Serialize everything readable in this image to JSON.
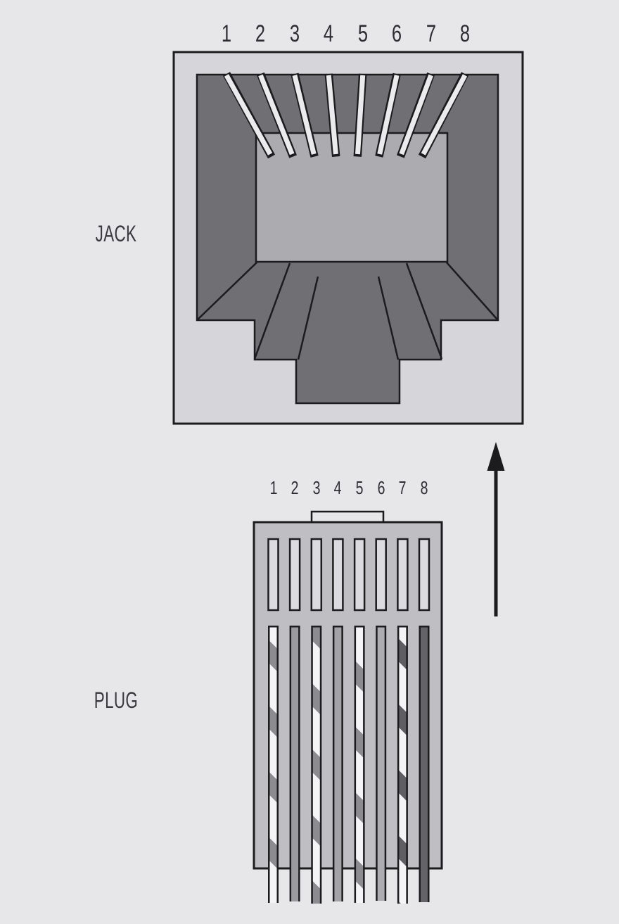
{
  "figure": {
    "jack": {
      "label": "JACK",
      "pin_numbers": [
        "1",
        "2",
        "3",
        "4",
        "5",
        "6",
        "7",
        "8"
      ]
    },
    "plug": {
      "label": "PLUG",
      "pin_numbers": [
        "1",
        "2",
        "3",
        "4",
        "5",
        "6",
        "7",
        "8"
      ],
      "wires": [
        {
          "pin": "1",
          "style": "striped"
        },
        {
          "pin": "2",
          "style": "solid"
        },
        {
          "pin": "3",
          "style": "striped"
        },
        {
          "pin": "4",
          "style": "solid"
        },
        {
          "pin": "5",
          "style": "striped"
        },
        {
          "pin": "6",
          "style": "solid"
        },
        {
          "pin": "7",
          "style": "striped-dark"
        },
        {
          "pin": "8",
          "style": "solid-dark"
        }
      ]
    },
    "arrow": {
      "icon": "up-arrow"
    },
    "colors": {
      "background": "#E7E7EA",
      "outline": "#1C1C1E",
      "jack_face": "#D6D6DA",
      "jack_cavity": "#6F6F74",
      "jack_back_wall": "#ACACB0",
      "jack_pin": "#EBEBEE",
      "plug_body": "#BFBFC3",
      "plug_contact": "#DCDCE0",
      "wire_white": "#F4F4F6",
      "wire_stripe_gray": "#8B8B90",
      "wire_stripe_dark": "#5E5E63",
      "wire_solid_2": "#9B9B9F",
      "wire_solid_4": "#A3A3A7",
      "wire_solid_6": "#ADADB1",
      "wire_solid_8": "#646468",
      "label_text": "#3A3A3E"
    }
  }
}
